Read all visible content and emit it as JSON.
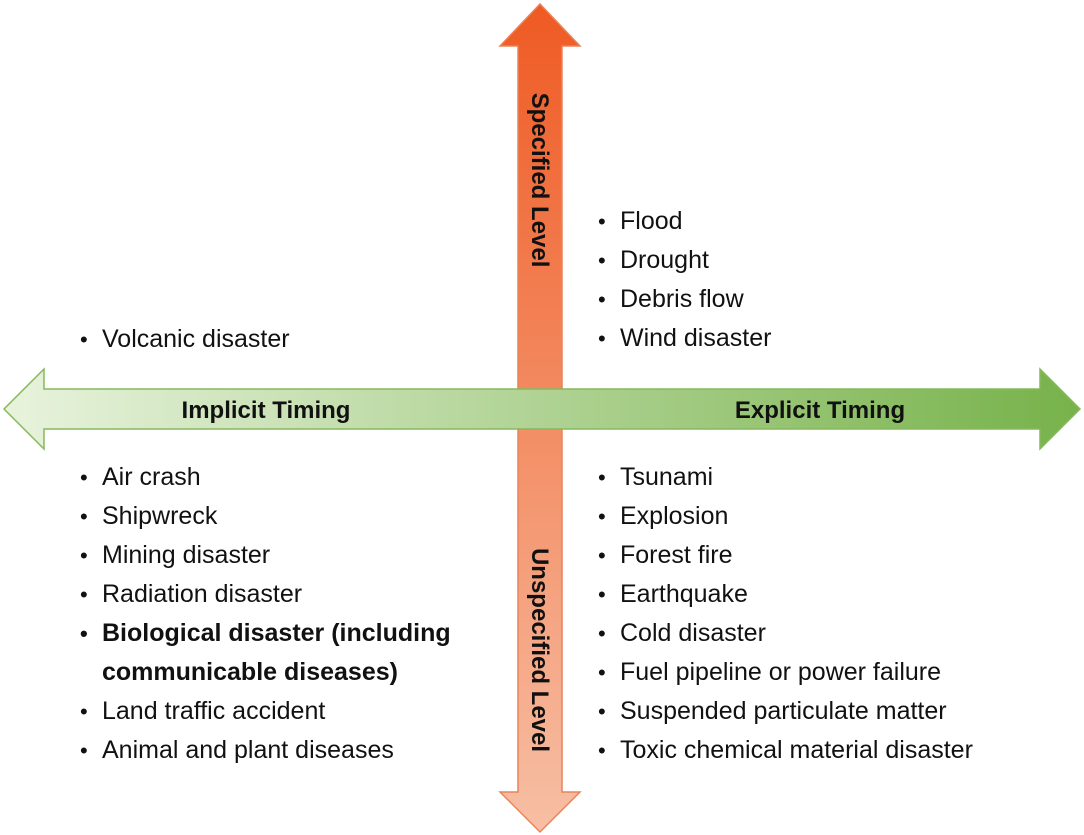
{
  "axes": {
    "horizontal": {
      "left_label": "Implicit Timing",
      "right_label": "Explicit Timing",
      "left_color": "#e8f3dd",
      "right_color": "#77b24a"
    },
    "vertical": {
      "top_label": "Specified Level",
      "bottom_label": "Unspecified Level",
      "top_color": "#ef5a23",
      "bottom_color": "#f7bfa4"
    }
  },
  "quadrants": {
    "top_left": {
      "items": [
        {
          "text": "Volcanic disaster",
          "bold": false
        }
      ]
    },
    "top_right": {
      "items": [
        {
          "text": "Flood",
          "bold": false
        },
        {
          "text": "Drought",
          "bold": false
        },
        {
          "text": "Debris flow",
          "bold": false
        },
        {
          "text": "Wind disaster",
          "bold": false
        }
      ]
    },
    "bottom_left": {
      "items": [
        {
          "text": "Air crash",
          "bold": false
        },
        {
          "text": "Shipwreck",
          "bold": false
        },
        {
          "text": "Mining disaster",
          "bold": false
        },
        {
          "text": "Radiation disaster",
          "bold": false
        },
        {
          "text": "Biological disaster (including communicable diseases)",
          "bold": true
        },
        {
          "text": "Land traffic accident",
          "bold": false
        },
        {
          "text": "Animal and plant diseases",
          "bold": false
        }
      ]
    },
    "bottom_right": {
      "items": [
        {
          "text": "Tsunami",
          "bold": false
        },
        {
          "text": "Explosion",
          "bold": false
        },
        {
          "text": "Forest fire",
          "bold": false
        },
        {
          "text": "Earthquake",
          "bold": false
        },
        {
          "text": "Cold disaster",
          "bold": false
        },
        {
          "text": "Fuel pipeline or power failure",
          "bold": false
        },
        {
          "text": "Suspended particulate matter",
          "bold": false
        },
        {
          "text": "Toxic chemical material disaster",
          "bold": false
        }
      ]
    }
  }
}
